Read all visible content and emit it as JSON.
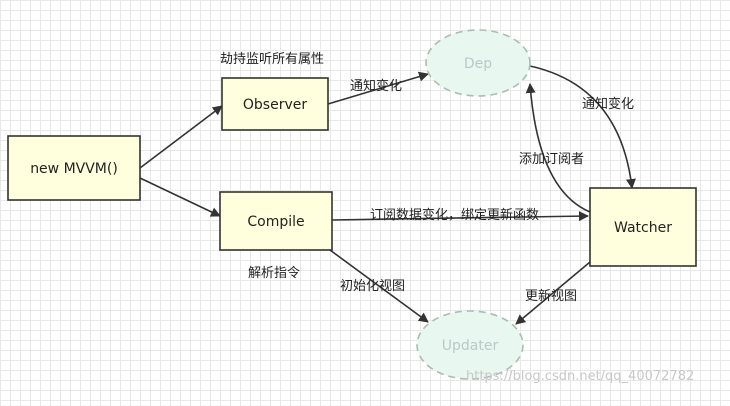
{
  "nodes": {
    "mvvm": "new MVVM()",
    "observer": "Observer",
    "compile": "Compile",
    "watcher": "Watcher",
    "dep": "Dep",
    "updater": "Updater"
  },
  "labels": {
    "observer_caption": "劫持监听所有属性",
    "compile_caption": "解析指令",
    "observer_to_dep": "通知变化",
    "dep_to_watcher": "通知变化",
    "watcher_to_dep": "添加订阅者",
    "compile_to_watcher": "订阅数据变化，绑定更新函数",
    "compile_to_updater": "初始化视图",
    "watcher_to_updater": "更新视图"
  },
  "watermark": "https://blog.csdn.net/qq_40072782",
  "colors": {
    "box_fill": "#ffffdd",
    "box_stroke": "#333333",
    "ghost_fill": "#e8f7ef",
    "ghost_stroke": "#a8bfb0",
    "edge": "#333333"
  }
}
